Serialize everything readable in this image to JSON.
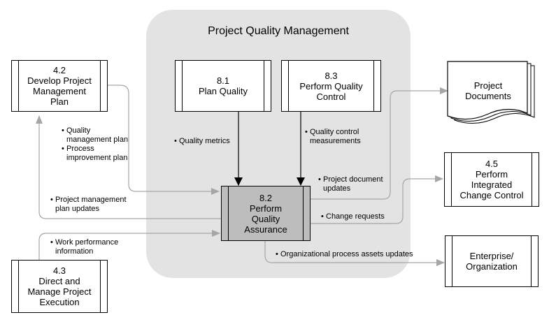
{
  "title": "Project Quality Management",
  "processes": {
    "p42": {
      "id": "4.2",
      "name": "Develop Project Management Plan",
      "lines": [
        "Develop Project",
        "Management",
        "Plan"
      ]
    },
    "p81": {
      "id": "8.1",
      "name": "Plan Quality"
    },
    "p83": {
      "id": "8.3",
      "name": "Perform Quality Control",
      "lines": [
        "Perform Quality",
        "Control"
      ]
    },
    "p82": {
      "id": "8.2",
      "name": "Perform Quality Assurance",
      "lines": [
        "Perform",
        "Quality",
        "Assurance"
      ]
    },
    "p45": {
      "id": "4.5",
      "name": "Perform Integrated Change Control",
      "lines": [
        "Perform",
        "Integrated",
        "Change Control"
      ]
    },
    "p43": {
      "id": "4.3",
      "name": "Direct and Manage Project Execution",
      "lines": [
        "Direct and",
        "Manage Project",
        "Execution"
      ]
    },
    "enterprise": {
      "name": "Enterprise/ Organization",
      "lines": [
        "Enterprise/",
        "Organization"
      ]
    }
  },
  "documents": {
    "name": "Project Documents",
    "lines": [
      "Project",
      "Documents"
    ]
  },
  "flows": {
    "quality_plans": [
      "Quality",
      "management plan",
      "Process",
      "improvement plan"
    ],
    "quality_metrics": "Quality metrics",
    "qc_measurements": [
      "Quality control",
      "measurements"
    ],
    "pm_plan_updates": [
      "Project management",
      "plan updates"
    ],
    "project_doc_updates": [
      "Project document",
      "updates"
    ],
    "change_requests": "Change requests",
    "work_performance": [
      "Work performance",
      "information"
    ],
    "org_process_updates": "Organizational process assets updates"
  },
  "bullet": "•",
  "colors": {
    "group_bg": "#e3e3e3",
    "core_fill": "#bdbdbd",
    "wire_gray": "#a6a6a6",
    "arrow_black": "#000000"
  }
}
